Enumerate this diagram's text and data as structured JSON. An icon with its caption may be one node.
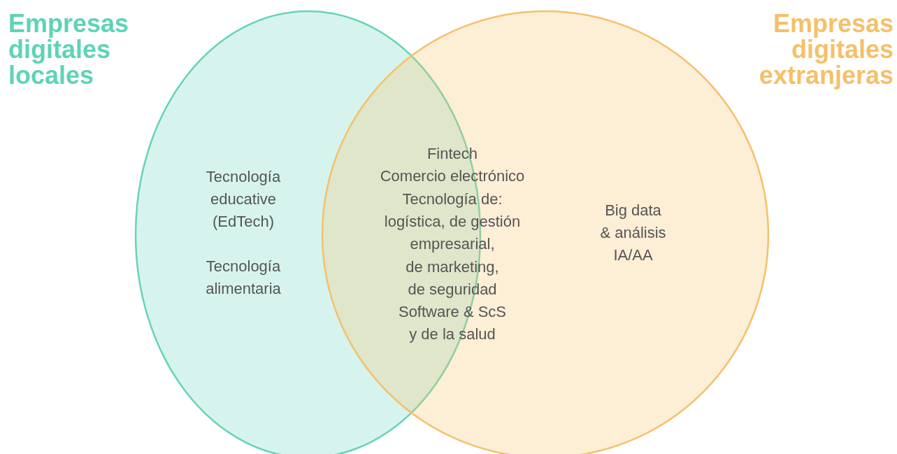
{
  "diagram": {
    "nodes": [
      {
        "text": [
          "Empresas digitales locales",
          "Tecnología educative (EdTech)",
          "Tecnología alimentaria"
        ]
      },
      {
        "text": [
          "Empresas digitales extranjeras",
          "Big data & análisis IA/AA"
        ]
      }
    ],
    "labels": [
      "Fintech",
      "Comercio electrónico",
      "Tecnología de:",
      "logística, de gestión",
      "empresarial,",
      "de marketing,",
      "de seguridad",
      "Software & ScS",
      "y de la salud"
    ]
  }
}
